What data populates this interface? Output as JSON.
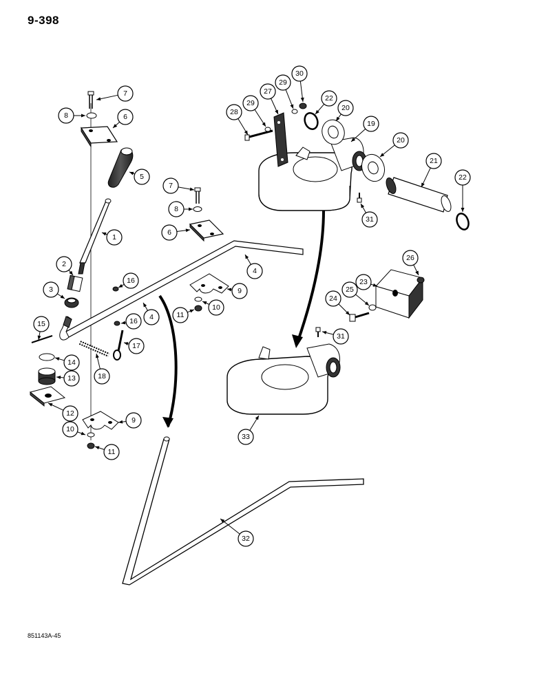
{
  "page": {
    "number": "9-398",
    "figure_code": "851143A-45"
  },
  "callouts": [
    {
      "label": "1"
    },
    {
      "label": "2"
    },
    {
      "label": "3"
    },
    {
      "label": "4"
    },
    {
      "label": "4"
    },
    {
      "label": "5"
    },
    {
      "label": "6"
    },
    {
      "label": "6"
    },
    {
      "label": "7"
    },
    {
      "label": "7"
    },
    {
      "label": "8"
    },
    {
      "label": "8"
    },
    {
      "label": "9"
    },
    {
      "label": "9"
    },
    {
      "label": "10"
    },
    {
      "label": "10"
    },
    {
      "label": "11"
    },
    {
      "label": "11"
    },
    {
      "label": "12"
    },
    {
      "label": "13"
    },
    {
      "label": "14"
    },
    {
      "label": "15"
    },
    {
      "label": "16"
    },
    {
      "label": "16"
    },
    {
      "label": "17"
    },
    {
      "label": "18"
    },
    {
      "label": "19"
    },
    {
      "label": "20"
    },
    {
      "label": "20"
    },
    {
      "label": "21"
    },
    {
      "label": "22"
    },
    {
      "label": "22"
    },
    {
      "label": "23"
    },
    {
      "label": "24"
    },
    {
      "label": "25"
    },
    {
      "label": "26"
    },
    {
      "label": "27"
    },
    {
      "label": "28"
    },
    {
      "label": "29"
    },
    {
      "label": "29"
    },
    {
      "label": "30"
    },
    {
      "label": "31"
    },
    {
      "label": "31"
    },
    {
      "label": "32"
    },
    {
      "label": "33"
    }
  ]
}
